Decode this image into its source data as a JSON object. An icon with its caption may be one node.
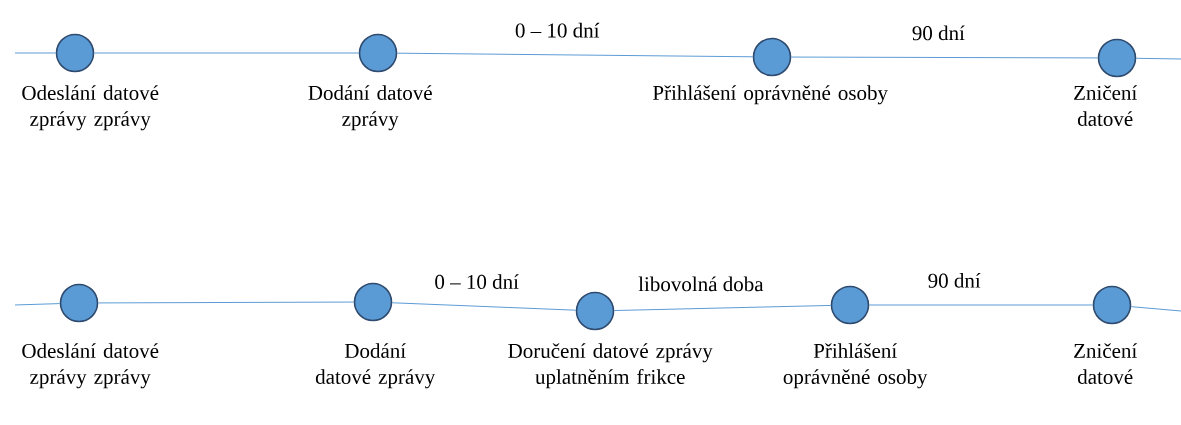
{
  "diagram": {
    "nodes": [
      {
        "text": [],
        "shape": "circle",
        "beside": [
          "Odeslání datové zprávy zprávy"
        ]
      },
      {
        "text": [],
        "shape": "circle",
        "beside": [
          "Dodání datové zprávy"
        ]
      },
      {
        "text": [],
        "shape": "circle",
        "beside": [
          "Přihlášení oprávněné osoby"
        ]
      },
      {
        "text": [],
        "shape": "circle",
        "beside": [
          "Zničení datové"
        ]
      },
      {
        "text": [],
        "shape": "circle",
        "beside": [
          "Odeslání datové zprávy zprávy"
        ]
      },
      {
        "text": [],
        "shape": "circle",
        "beside": [
          "Dodání datové zprávy"
        ]
      },
      {
        "text": [],
        "shape": "circle",
        "beside": [
          "Doručení datové zprávy uplatněním frikce"
        ]
      },
      {
        "text": [],
        "shape": "circle",
        "beside": [
          "Přihlášení oprávněné osoby"
        ]
      },
      {
        "text": [],
        "shape": "circle",
        "beside": [
          "Zničení datové"
        ]
      }
    ],
    "edges": [
      {
        "from": null,
        "to": 0,
        "arrow": "none"
      },
      {
        "from": 0,
        "to": 1,
        "arrow": "none"
      },
      {
        "from": 1,
        "to": 2,
        "arrow": "none",
        "label": "0 – 10 dní"
      },
      {
        "from": 2,
        "to": 3,
        "arrow": "none",
        "label": "90 dní"
      },
      {
        "from": 3,
        "to": null,
        "arrow": "none"
      },
      {
        "from": null,
        "to": 4,
        "arrow": "none"
      },
      {
        "from": 4,
        "to": 5,
        "arrow": "none"
      },
      {
        "from": 5,
        "to": 6,
        "arrow": "none",
        "label": "0 – 10 dní"
      },
      {
        "from": 6,
        "to": 7,
        "arrow": "none",
        "label": "libovolná doba"
      },
      {
        "from": 7,
        "to": 8,
        "arrow": "none",
        "label": "90 dní"
      },
      {
        "from": 8,
        "to": null,
        "arrow": "none"
      }
    ]
  }
}
